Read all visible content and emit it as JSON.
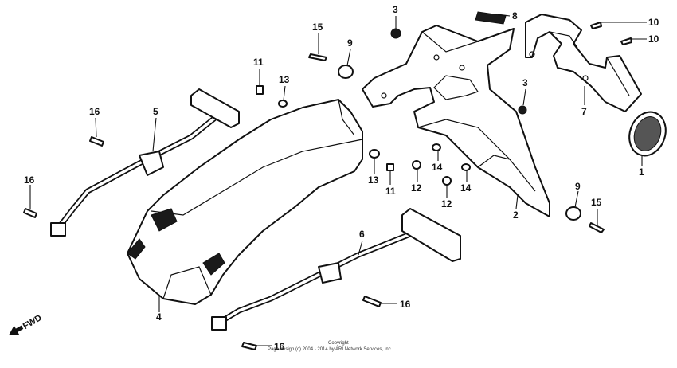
{
  "callouts": [
    {
      "id": "c3a",
      "label": "3"
    },
    {
      "id": "c8",
      "label": "8"
    },
    {
      "id": "c10a",
      "label": "10"
    },
    {
      "id": "c10b",
      "label": "10"
    },
    {
      "id": "c15a",
      "label": "15"
    },
    {
      "id": "c9a",
      "label": "9"
    },
    {
      "id": "c11a",
      "label": "11"
    },
    {
      "id": "c13a",
      "label": "13"
    },
    {
      "id": "c3b",
      "label": "3"
    },
    {
      "id": "c7",
      "label": "7"
    },
    {
      "id": "c16a",
      "label": "16"
    },
    {
      "id": "c5",
      "label": "5"
    },
    {
      "id": "c1",
      "label": "1"
    },
    {
      "id": "c13b",
      "label": "13"
    },
    {
      "id": "c11b",
      "label": "11"
    },
    {
      "id": "c12a",
      "label": "12"
    },
    {
      "id": "c14a",
      "label": "14"
    },
    {
      "id": "c14b",
      "label": "14"
    },
    {
      "id": "c12b",
      "label": "12"
    },
    {
      "id": "c16b",
      "label": "16"
    },
    {
      "id": "c9b",
      "label": "9"
    },
    {
      "id": "c15b",
      "label": "15"
    },
    {
      "id": "c2",
      "label": "2"
    },
    {
      "id": "c6",
      "label": "6"
    },
    {
      "id": "c16c",
      "label": "16"
    },
    {
      "id": "c4",
      "label": "4"
    },
    {
      "id": "c16d",
      "label": "16"
    }
  ],
  "fwd_label": "FWD",
  "copyright": {
    "line1": "Copyright",
    "line2": "Page design (c) 2004 - 2014 by ARI Network Services, Inc."
  }
}
